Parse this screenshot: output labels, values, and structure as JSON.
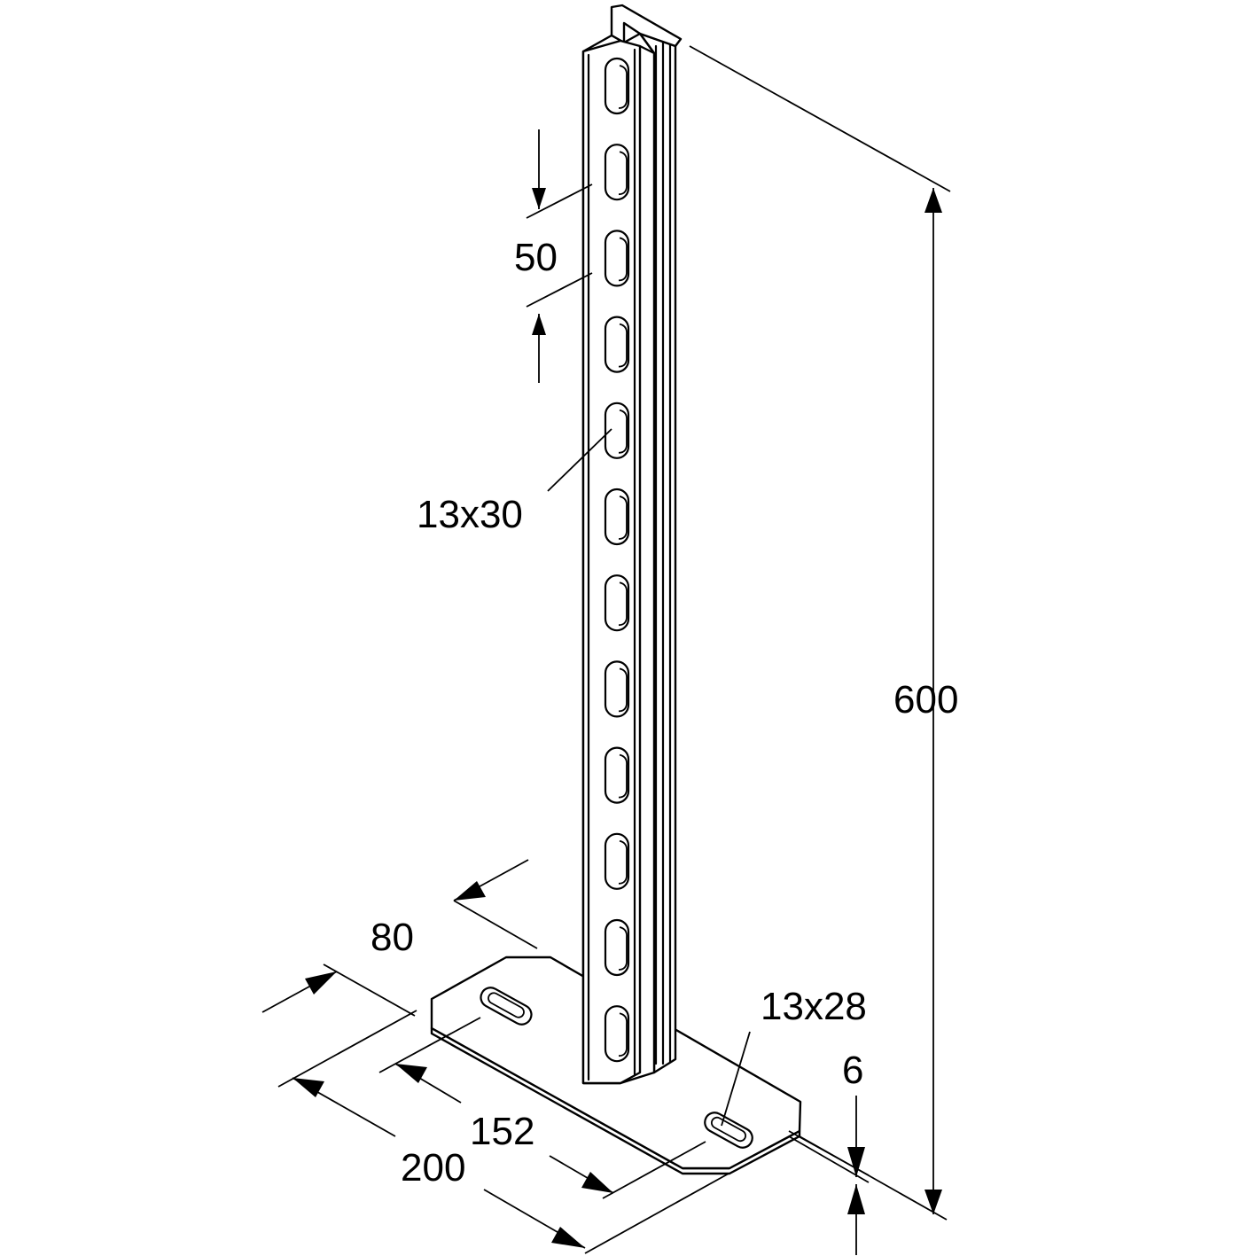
{
  "dimensions": {
    "height": "600",
    "slot_pitch": "50",
    "upright_slot": "13x30",
    "base_depth": "80",
    "base_slot": "13x28",
    "plate_thickness": "6",
    "slot_spacing": "152",
    "base_width": "200"
  },
  "colors": {
    "line": "#000000",
    "background": "#ffffff"
  },
  "upright_slot_count": 12
}
